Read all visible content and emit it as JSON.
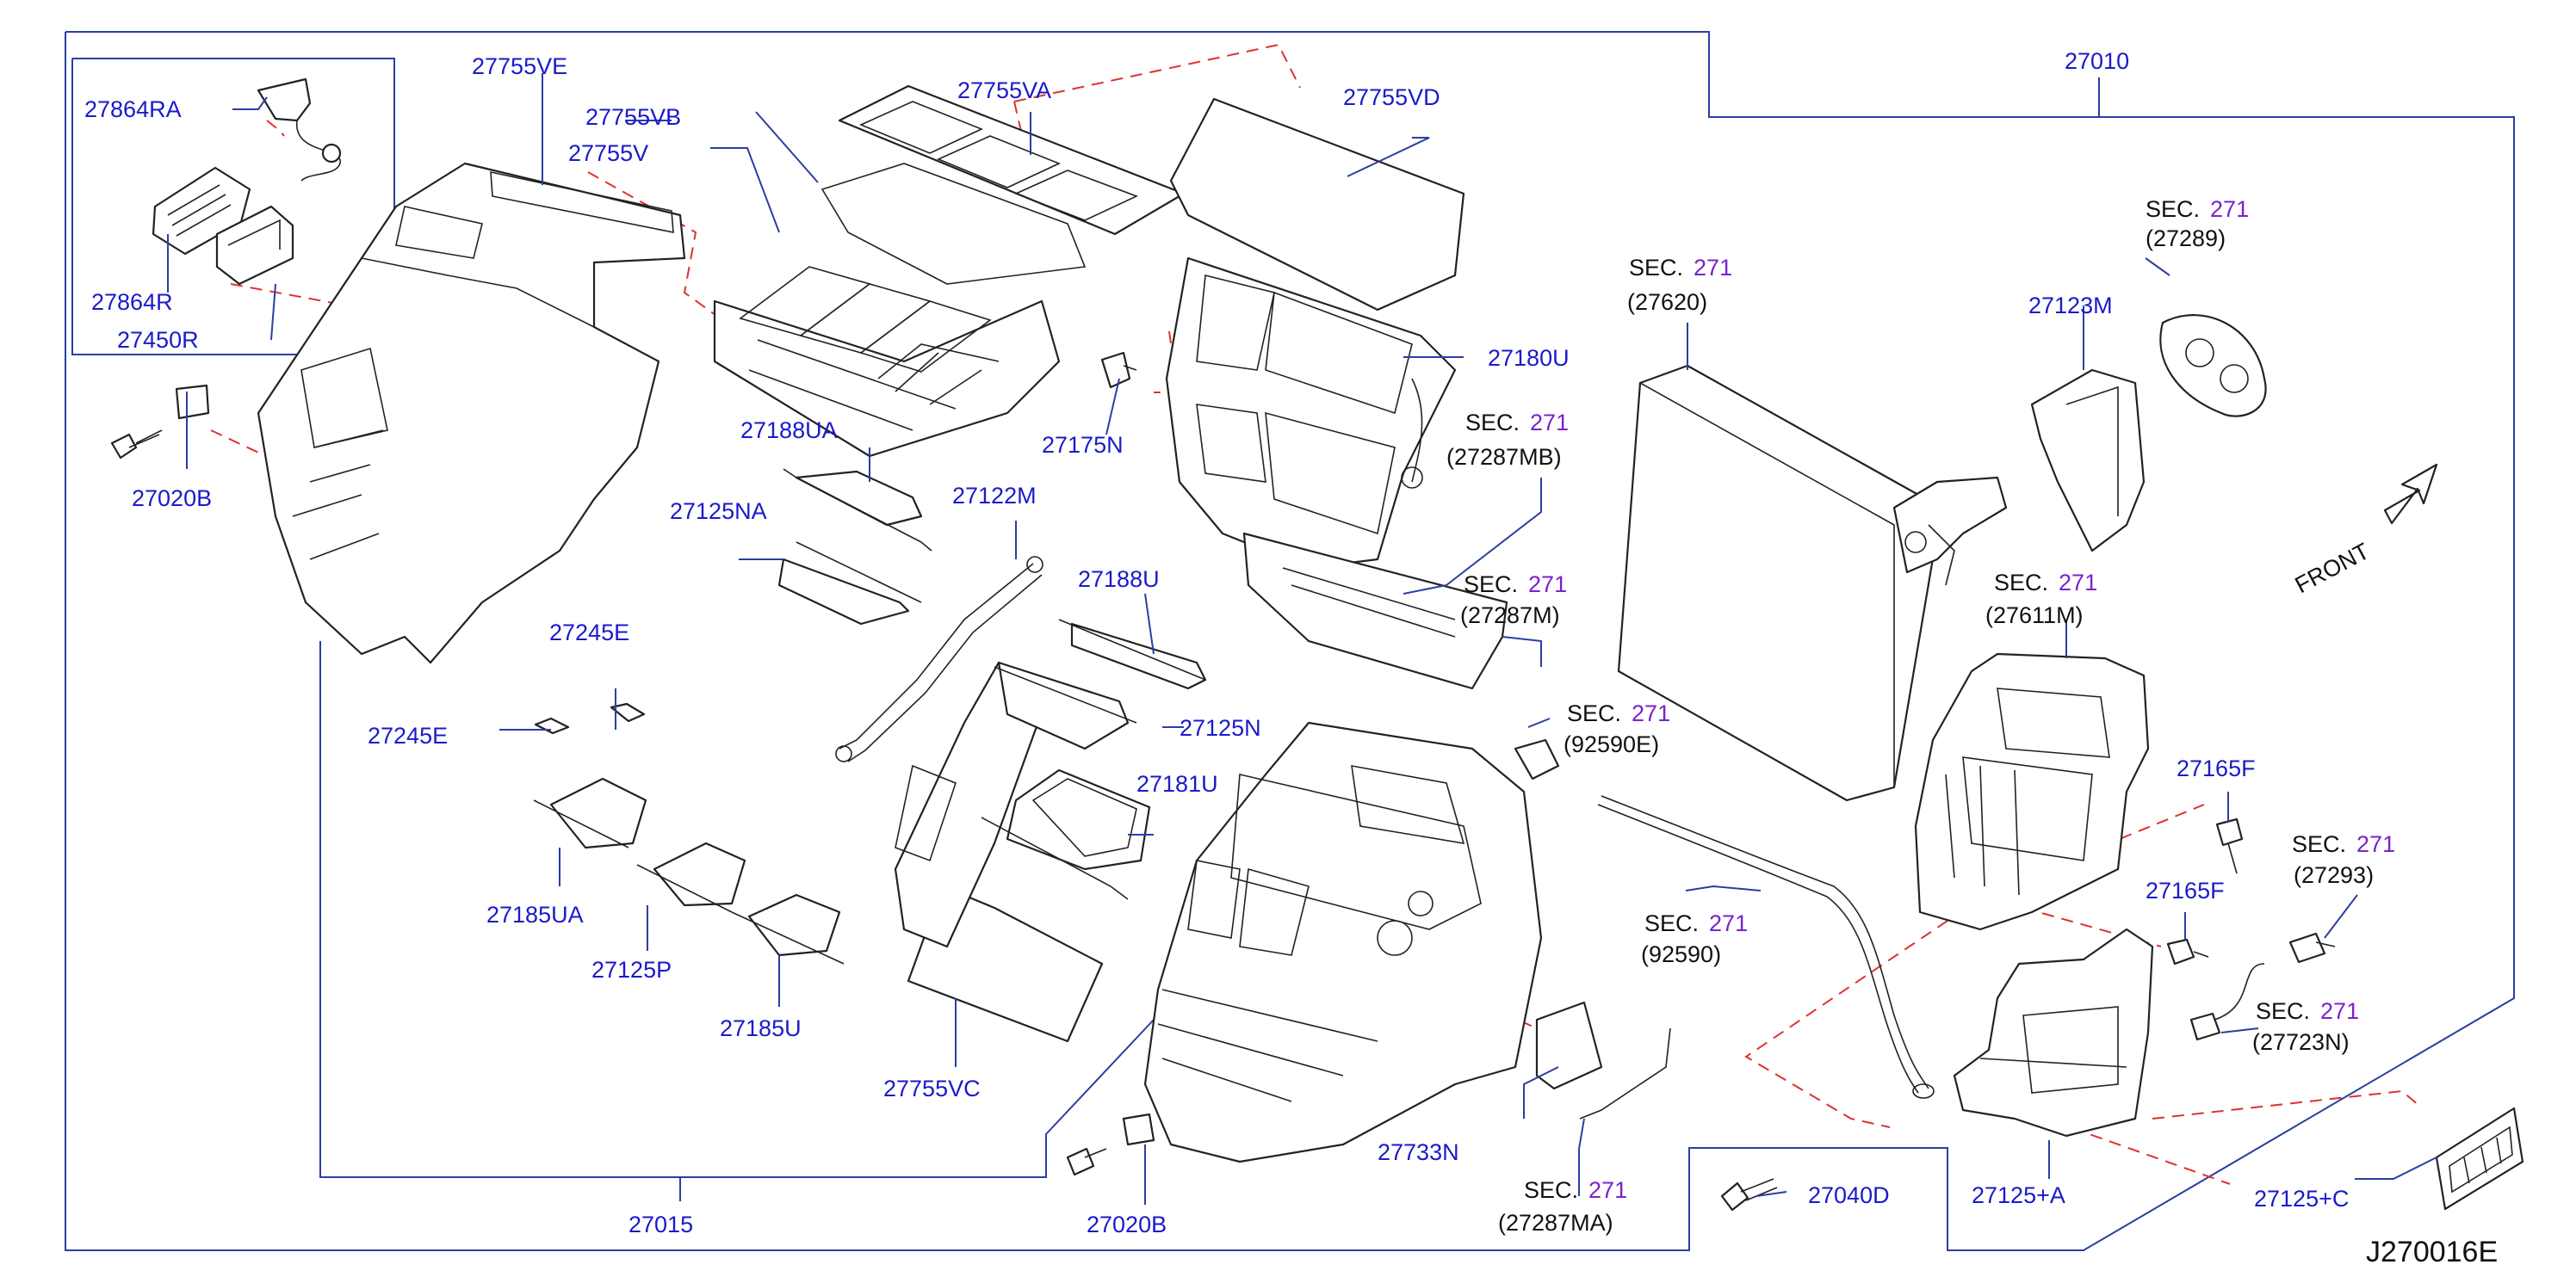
{
  "diagram": {
    "drawing_code": "J270016E",
    "front_label": "FRONT",
    "sec_prefix": "SEC.",
    "colors": {
      "part_number": "#1a1acc",
      "section_number": "#7a22cc",
      "frame": "#2a3fa0",
      "hidden_line": "#e03030"
    },
    "labels": {
      "p27010": "27010",
      "p27015": "27015",
      "p27755VE": "27755VE",
      "p27755VB": "27755VB",
      "p27755V": "27755V",
      "p27755VA": "27755VA",
      "p27755VD": "27755VD",
      "p27755VC": "27755VC",
      "p27864RA": "27864RA",
      "p27864R": "27864R",
      "p27450R": "27450R",
      "p27020B_a": "27020B",
      "p27020B_b": "27020B",
      "p27188UA": "27188UA",
      "p27188U": "27188U",
      "p27125NA": "27125NA",
      "p27125N": "27125N",
      "p27122M": "27122M",
      "p27175N": "27175N",
      "p27180U": "27180U",
      "p27181U": "27181U",
      "p27245E_a": "27245E",
      "p27245E_b": "27245E",
      "p27185UA": "27185UA",
      "p27125P": "27125P",
      "p27185U": "27185U",
      "p27733N": "27733N",
      "p27040D": "27040D",
      "p27123M": "27123M",
      "p27165F_a": "27165F",
      "p27165F_b": "27165F",
      "p27125A": "27125+A",
      "p27125C": "27125+C"
    },
    "sections": [
      {
        "id": "s27620",
        "sec": "271",
        "ref": "(27620)"
      },
      {
        "id": "s27289",
        "sec": "271",
        "ref": "(27289)"
      },
      {
        "id": "s27287MB",
        "sec": "271",
        "ref": "(27287MB)"
      },
      {
        "id": "s27287M",
        "sec": "271",
        "ref": "(27287M)"
      },
      {
        "id": "s27611M",
        "sec": "271",
        "ref": "(27611M)"
      },
      {
        "id": "s92590E",
        "sec": "271",
        "ref": "(92590E)"
      },
      {
        "id": "s92590",
        "sec": "271",
        "ref": "(92590)"
      },
      {
        "id": "s27293",
        "sec": "271",
        "ref": "(27293)"
      },
      {
        "id": "s27723N",
        "sec": "271",
        "ref": "(27723N)"
      },
      {
        "id": "s27287MA",
        "sec": "271",
        "ref": "(27287MA)"
      }
    ]
  }
}
